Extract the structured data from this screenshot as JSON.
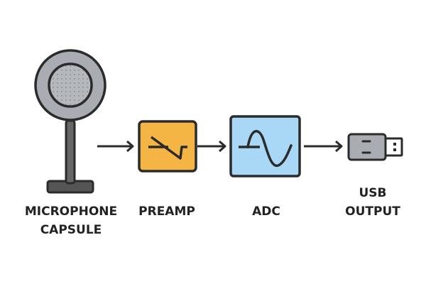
{
  "diagram": {
    "title": "Audio signal chain",
    "nodes": [
      {
        "id": "mic",
        "label_lines": [
          "MICROPHONE",
          "CAPSULE"
        ],
        "icon": "microphone-icon",
        "color": "#a9adb3"
      },
      {
        "id": "preamp",
        "label_lines": [
          "PREAMP"
        ],
        "icon": "amplifier-symbol-icon",
        "color": "#f5b544"
      },
      {
        "id": "adc",
        "label_lines": [
          "ADC"
        ],
        "icon": "sine-wave-icon",
        "color": "#a8d8f5"
      },
      {
        "id": "usb",
        "label_lines": [
          "USB",
          "OUTPUT"
        ],
        "icon": "usb-plug-icon",
        "color": "#a9adb3"
      }
    ],
    "edges": [
      {
        "from": "mic",
        "to": "preamp"
      },
      {
        "from": "preamp",
        "to": "adc"
      },
      {
        "from": "adc",
        "to": "usb"
      }
    ],
    "stroke_color": "#2b2b2b"
  }
}
